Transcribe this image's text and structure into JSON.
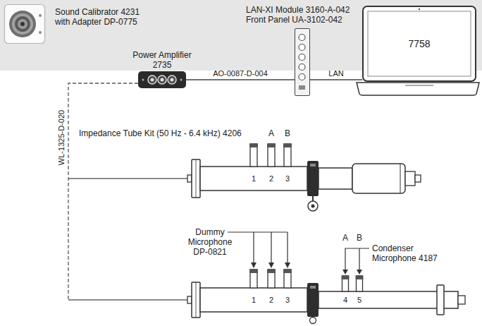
{
  "diagram": {
    "nodes": [
      {
        "text": [
          "Sound Calibrator 4231 with Adapter DP-0775"
        ]
      },
      {
        "text": [
          "Power Amplifier 2735"
        ]
      },
      {
        "text": [
          "LAN-XI Module 3160-A-042 Front Panel UA-3102-042"
        ]
      },
      {
        "text": [
          "7758"
        ]
      }
    ],
    "edges": [
      {
        "from": 1,
        "to": 2,
        "label": "AO-0087-D-004",
        "arrow": "none"
      },
      {
        "from": 2,
        "to": 3,
        "label": "LAN",
        "arrow": "none"
      }
    ],
    "labels": [
      "Impedance Tube Kit (50 Hz - 6.4 kHz) 4206",
      "WL-1325-D-020",
      "A",
      "B",
      "1",
      "2",
      "3",
      "Dummy Microphone DP-0821",
      "1",
      "2",
      "3",
      "Condenser Microphone 4187",
      "A",
      "B",
      "4",
      "5"
    ]
  }
}
